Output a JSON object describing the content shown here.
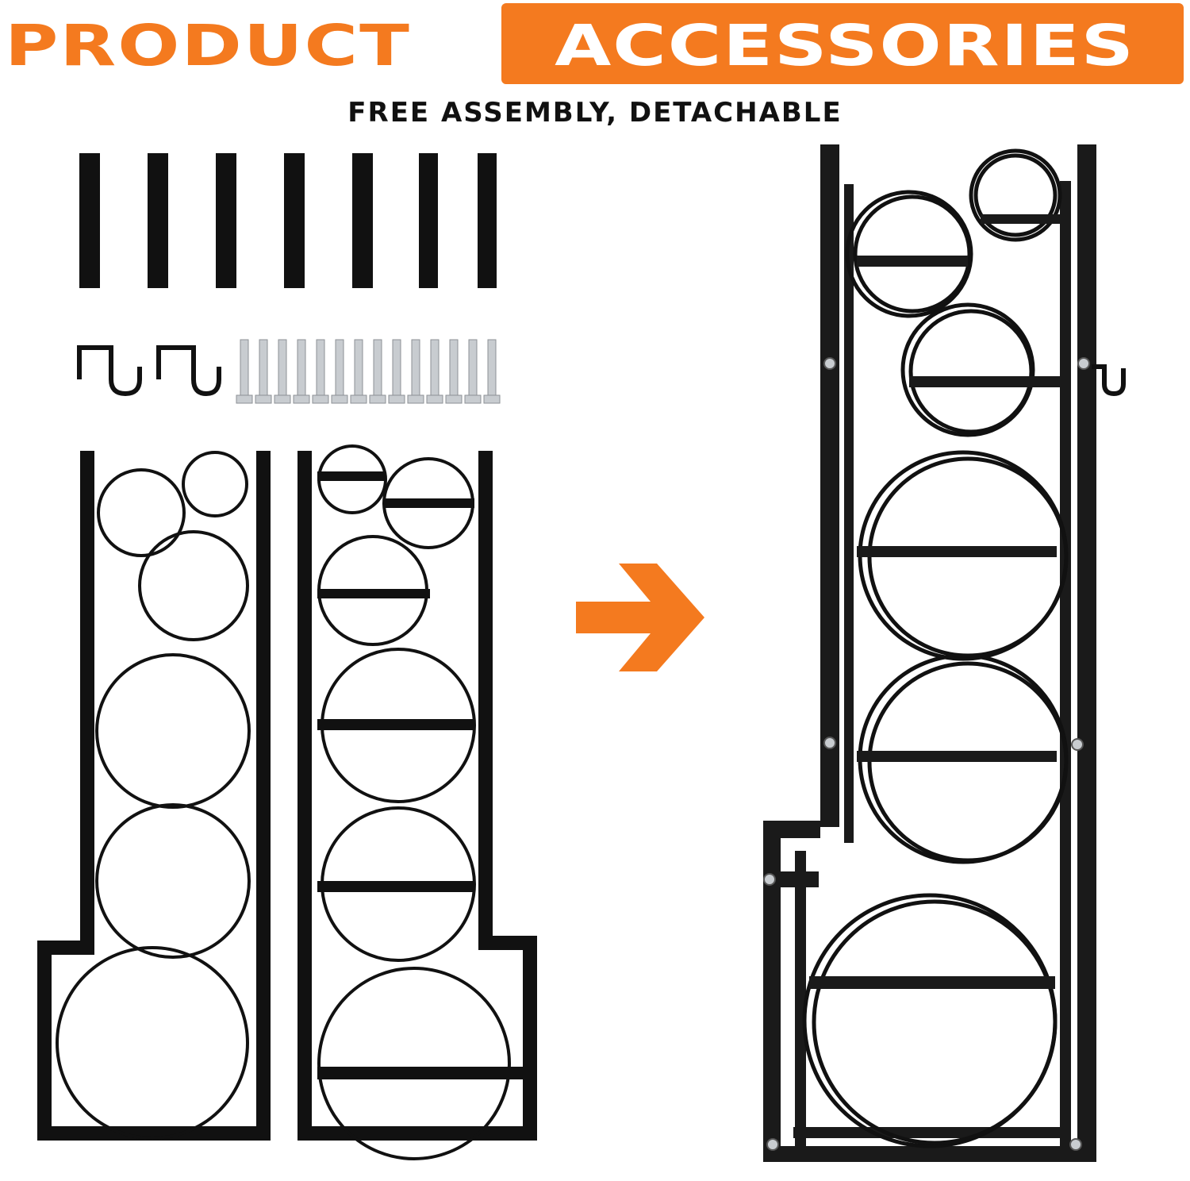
{
  "header": {
    "title_left": "PRODUCT",
    "title_right": "ACCESSORIES",
    "subtitle": "FREE ASSEMBLY, DETACHABLE"
  },
  "colors": {
    "accent": "#f47a1f",
    "frame": "#111111",
    "bolt": "#c8ccd0"
  },
  "icons": {
    "arrow": "arrow-right-icon"
  }
}
